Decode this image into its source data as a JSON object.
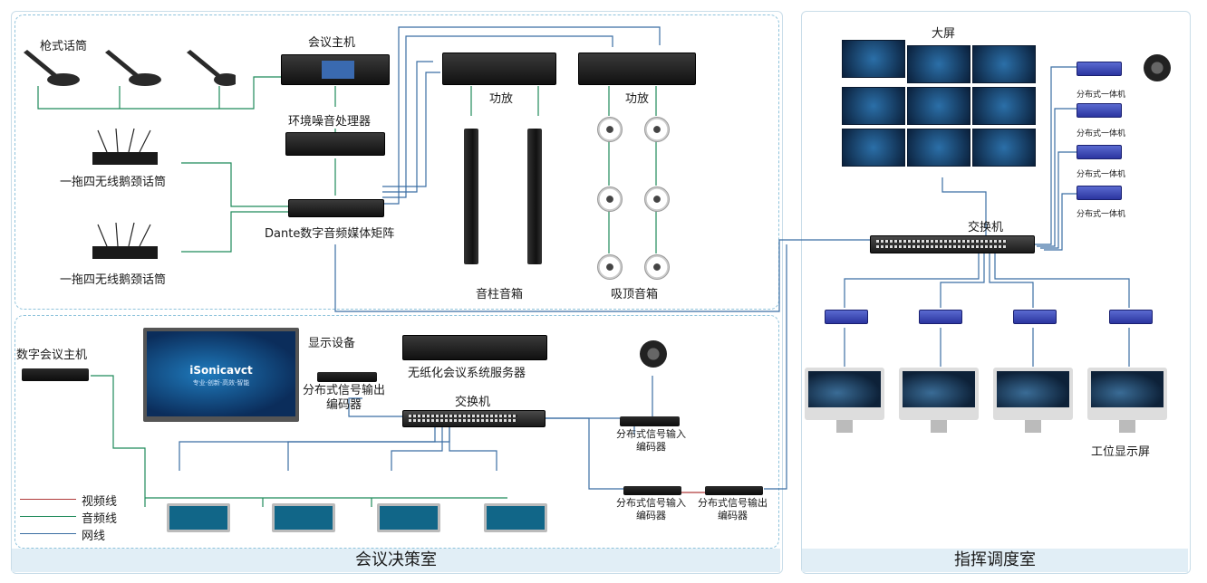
{
  "colors": {
    "video_line": "#b03a3a",
    "audio_line": "#1f8a5a",
    "network_line": "#3b6ea3",
    "room_bar": "#e1eef6",
    "zone_border": "#8fc3dc"
  },
  "rooms": {
    "left": "会议决策室",
    "right": "指挥调度室"
  },
  "labels": {
    "gooseneck_mic": "枪式话筒",
    "conference_host": "会议主机",
    "noise_processor": "环境噪音处理器",
    "wireless_mic_1": "一拖四无线鹅颈话筒",
    "wireless_mic_2": "一拖四无线鹅颈话筒",
    "dante_matrix": "Dante数字音频媒体矩阵",
    "amp_1": "功放",
    "amp_2": "功放",
    "column_speaker": "音柱音箱",
    "ceiling_speaker": "吸顶音箱",
    "digital_conf_host": "数字会议主机",
    "display_device": "显示设备",
    "paperless_server": "无纸化会议系统服务器",
    "encoder_out_1_line1": "分布式信号输出",
    "encoder_out_1_line2": "编码器",
    "switch_left": "交换机",
    "encoder_in_1_line1": "分布式信号输入",
    "encoder_in_1_line2": "编码器",
    "encoder_in_2_line1": "分布式信号输入",
    "encoder_in_2_line2": "编码器",
    "encoder_out_2_line1": "分布式信号输出",
    "encoder_out_2_line2": "编码器",
    "big_screen": "大屏",
    "switch_right": "交换机",
    "all_in_one_1": "分布式一体机",
    "all_in_one_2": "分布式一体机",
    "all_in_one_3": "分布式一体机",
    "all_in_one_4": "分布式一体机",
    "workstation_screen": "工位显示屏",
    "tv_brand": "iSonicavct",
    "tv_slogan": "专业·创新·高效·智能"
  },
  "legend": [
    {
      "label": "视频线",
      "color": "#b03a3a"
    },
    {
      "label": "音频线",
      "color": "#1f8a5a"
    },
    {
      "label": "网线",
      "color": "#3b6ea3"
    }
  ]
}
